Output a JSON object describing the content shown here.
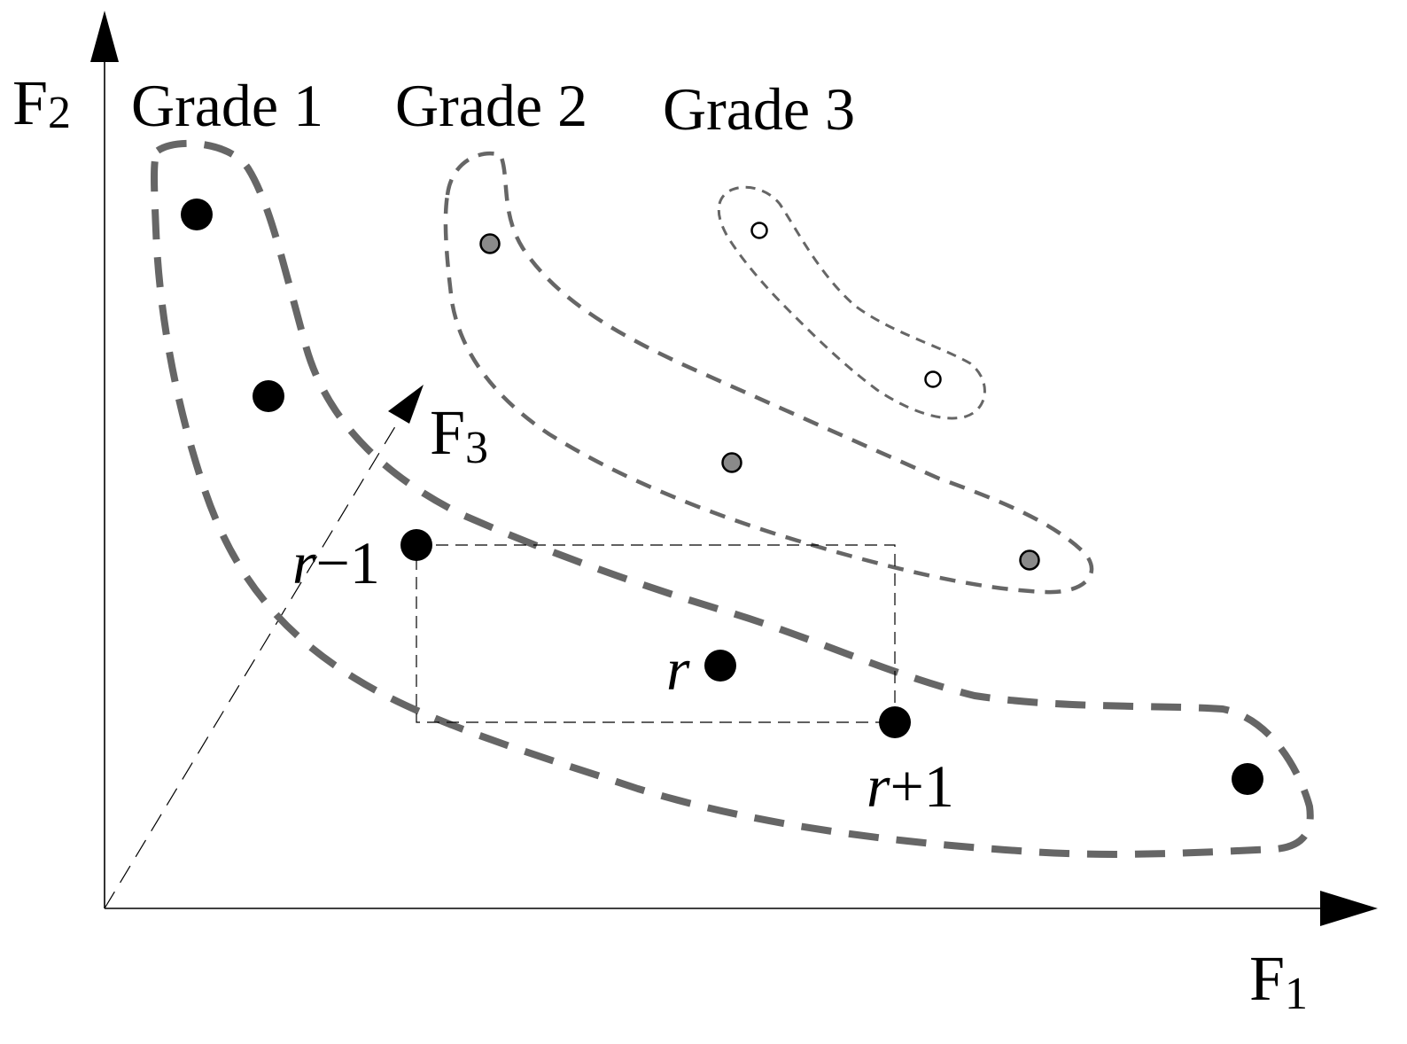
{
  "axes": {
    "x": {
      "name": "F",
      "sub": "1"
    },
    "y": {
      "name": "F",
      "sub": "2"
    },
    "z": {
      "name": "F",
      "sub": "3"
    }
  },
  "grades": [
    {
      "label": "Grade 1",
      "point_style": "large-black"
    },
    {
      "label": "Grade 2",
      "point_style": "small-gray"
    },
    {
      "label": "Grade 3",
      "point_style": "small-white"
    }
  ],
  "point_labels": {
    "prev": {
      "var": "r",
      "rest": "−1"
    },
    "current": {
      "var": "r",
      "rest": ""
    },
    "next": {
      "var": "r",
      "rest": "+1"
    }
  },
  "colors": {
    "boundary": "#666666",
    "grade1_point": "#000000",
    "grade2_point": "#8a8a8a",
    "grade3_point": "#ffffff"
  }
}
